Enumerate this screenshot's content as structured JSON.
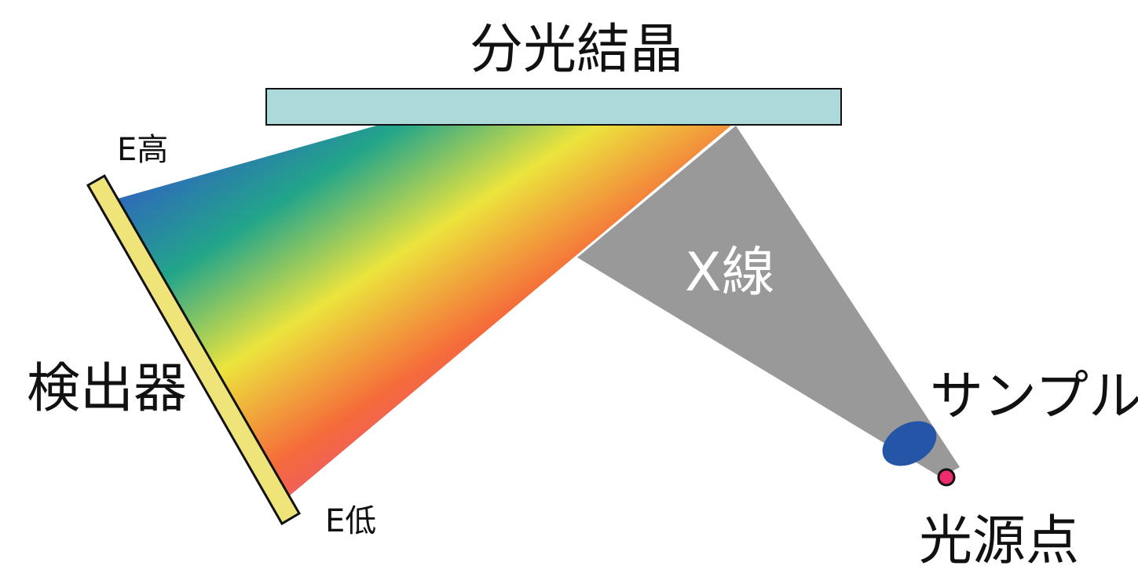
{
  "labels": {
    "crystal": "分光結晶",
    "detector": "検出器",
    "energy_high": "E高",
    "energy_low": "E低",
    "xray": "X線",
    "sample": "サンプル",
    "source": "光源点"
  },
  "colors": {
    "crystal_fill": "#acdada",
    "detector_fill": "#eee47a",
    "xray_beam": "#999999",
    "sample_fill": "#2555a6",
    "source_fill": "#ee2b6d",
    "spectrum": [
      "#2f67bd",
      "#22a58a",
      "#ece43d",
      "#f56b3a",
      "#e6479c"
    ]
  }
}
